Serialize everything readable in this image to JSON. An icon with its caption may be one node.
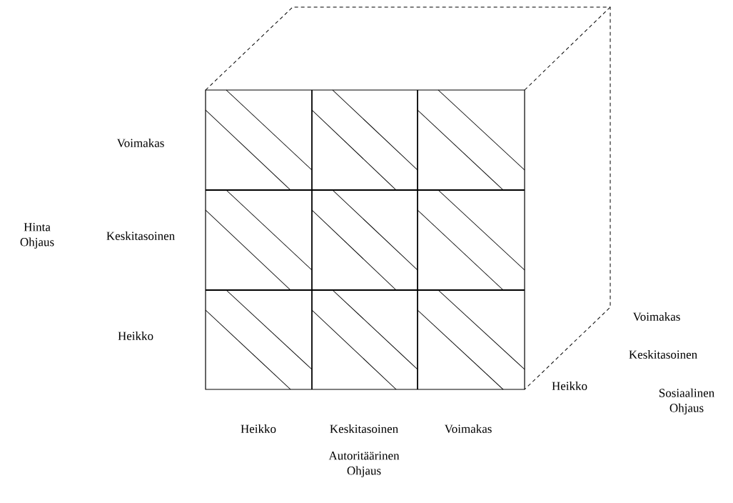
{
  "diagram": {
    "labels": [
      "Voimakas",
      "Hinta Ohjaus",
      "Keskitasoinen",
      "Heikko",
      "Voimakas",
      "Keskitasoinen",
      "Heikko",
      "Sosiaalinen Ohjaus",
      "Heikko",
      "Keskitasoinen",
      "Voimakas",
      "Autoritäärinen Ohjaus"
    ]
  }
}
